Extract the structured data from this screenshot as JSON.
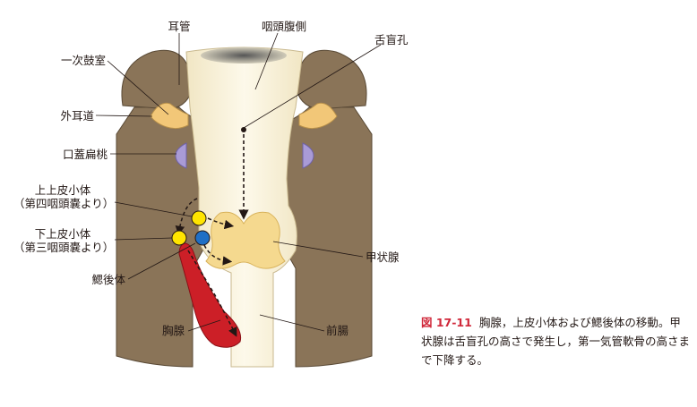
{
  "labels": {
    "ear_tube": "耳管",
    "ventral_pharynx": "咽頭腹側",
    "foramen_cecum": "舌盲孔",
    "tympanic_cavity": "一次鼓室",
    "ext_auditory_meatus": "外耳道",
    "palatine_tonsil": "口蓋扁桃",
    "sup_parathyroid_1": "上上皮小体",
    "sup_parathyroid_2": "（第四咽頭嚢より）",
    "inf_parathyroid_1": "下上皮小体",
    "inf_parathyroid_2": "（第三咽頭嚢より）",
    "ultimobranchial": "鰓後体",
    "thyroid": "甲状腺",
    "thymus": "胸腺",
    "foregut": "前腸"
  },
  "caption": {
    "number": "図 17-11",
    "text": "胸腺，上皮小体および鰓後体の移動。甲状腺は舌盲孔の高さで発生し，第一気管軟骨の高さまで下降する。"
  },
  "colors": {
    "body": "#8a7458",
    "pharynx": "#faf4dc",
    "thyroid": "#f5d98f",
    "tonsil": "#a99bd6",
    "canal": "#f2c778",
    "thymus": "#cc1f27",
    "sup_parathyroid": "#ffe500",
    "ultimobranchial": "#1f6fc5"
  }
}
